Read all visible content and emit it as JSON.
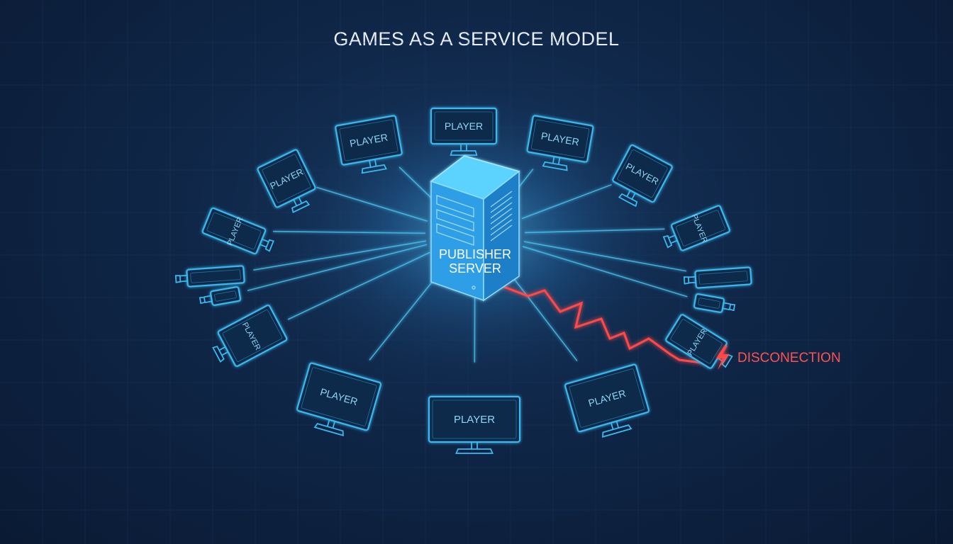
{
  "title": "GAMES AS A SERVICE MODEL",
  "server": {
    "label_line1": "PUBLISHER",
    "label_line2": "SERVER"
  },
  "player_label": "PLAYER",
  "player_count": 16,
  "disconnection": {
    "label": "DISCONECTION"
  },
  "colors": {
    "background": "#0f2647",
    "connection_line": "#4cc4f0",
    "monitor_stroke": "#3bb8ee",
    "server": "#3aaef0",
    "disconnection": "#ff4a4a",
    "title": "#e8eef7"
  },
  "icons": {
    "disconnection_icon": "lightning-bolt-icon",
    "server_icon": "server-rack-icon",
    "player_icon": "monitor-icon"
  }
}
